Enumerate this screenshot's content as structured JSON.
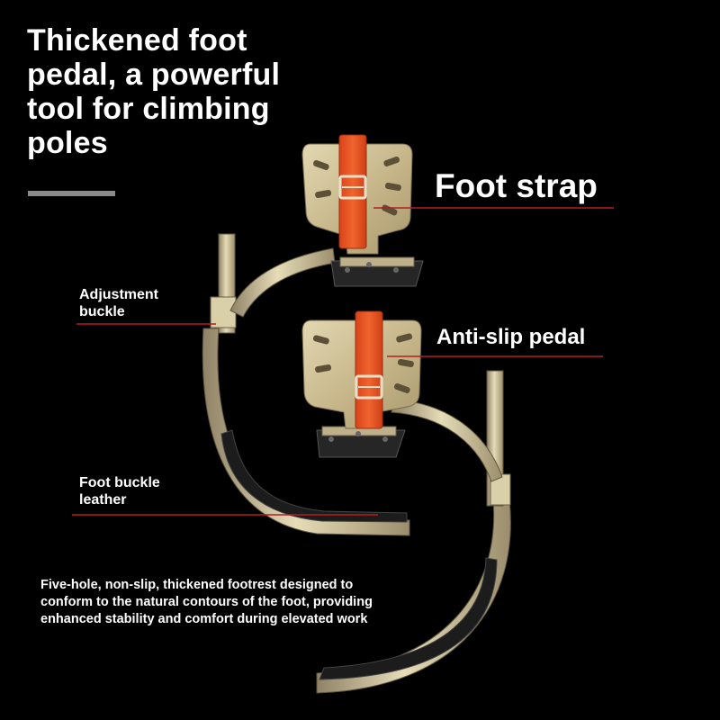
{
  "headline": [
    "Thickened foot",
    "pedal, a powerful",
    "tool for climbing",
    "poles"
  ],
  "callouts": {
    "foot_strap": "Foot strap",
    "anti_slip": "Anti-slip pedal",
    "adjustment": [
      "Adjustment",
      "buckle"
    ],
    "leather": [
      "Foot buckle",
      "leather"
    ]
  },
  "description": [
    "Five-hole, non-slip, thickened footrest designed to",
    "conform to the natural contours of the foot, providing",
    "enhanced stability and comfort during elevated work"
  ],
  "colors": {
    "background": "#000000",
    "text": "#ffffff",
    "accent_rule": "#8a8a8a",
    "leader_line": "#b02020",
    "metal": "#c9b98a",
    "strap": "#e8541e",
    "rubber": "#222222"
  },
  "icons": [
    "pole-climber-left",
    "pole-climber-right"
  ]
}
